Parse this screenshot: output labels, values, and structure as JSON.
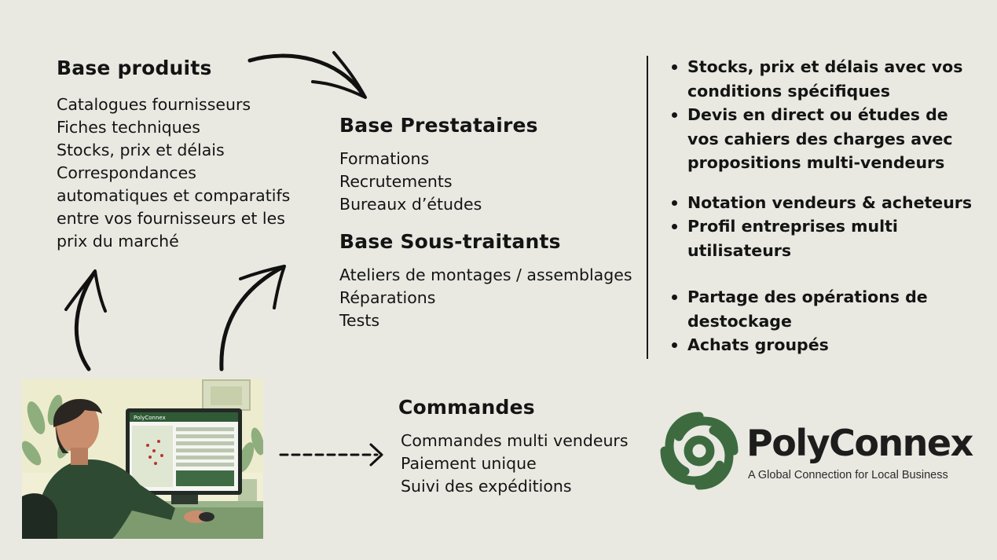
{
  "base_produits": {
    "title": "Base produits",
    "items": [
      "Catalogues fournisseurs",
      "Fiches techniques",
      "Stocks, prix et délais",
      "Correspondances",
      "automatiques et comparatifs",
      "entre vos fournisseurs et les",
      "prix du marché"
    ]
  },
  "base_prestataires": {
    "title": "Base Prestataires",
    "items": [
      "Formations",
      "Recrutements",
      "Bureaux d’études"
    ]
  },
  "base_sous_traitants": {
    "title": "Base Sous-traitants",
    "items": [
      "Ateliers de montages / assemblages",
      "Réparations",
      "Tests"
    ]
  },
  "commandes": {
    "title": "Commandes",
    "items": [
      "Commandes multi vendeurs",
      "Paiement unique",
      "Suivi des expéditions"
    ]
  },
  "features": [
    "Stocks, prix et délais avec vos conditions spécifiques",
    "Devis en direct ou études de vos cahiers des charges avec propositions multi-vendeurs",
    "Notation vendeurs & acheteurs",
    "Profil entreprises multi utilisateurs",
    "Partage des opérations de destockage",
    "Achats groupés"
  ],
  "illustration": {
    "screen_app_name": "PolyConnex"
  },
  "brand": {
    "name": "PolyConnex",
    "tagline": "A Global Connection for Local Business",
    "color": "#3d6b3f"
  },
  "icons": [
    "curved-arrow-icon",
    "dashed-arrow-icon",
    "bullet-icon",
    "logo-rings-icon"
  ],
  "colors": {
    "background": "#e9e9e2",
    "text": "#141414",
    "accent": "#3d6b3f"
  }
}
